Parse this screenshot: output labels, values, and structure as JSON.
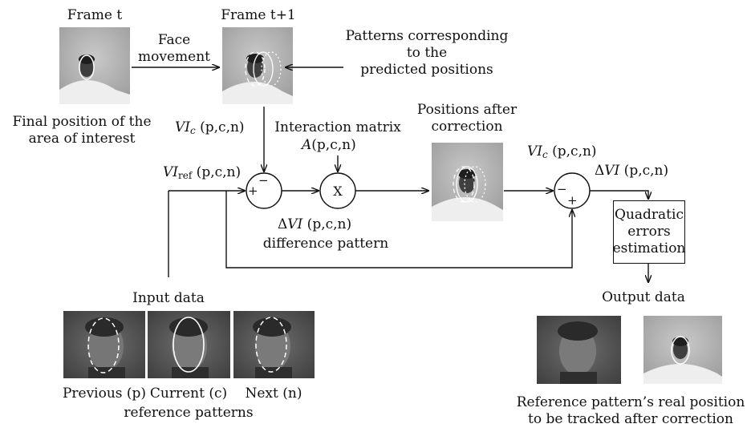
{
  "frame_t": "Frame t",
  "frame_t1": "Frame t+1",
  "face_movement": [
    "Face",
    "movement"
  ],
  "patterns_predicted": [
    "Patterns corresponding",
    "to the",
    "predicted positions"
  ],
  "final_position": [
    "Final position of the",
    "area of interest"
  ],
  "vic_top": {
    "v": "VI",
    "sub": "c",
    "args": " (p,c,n)"
  },
  "interaction_matrix": "Interaction matrix",
  "A_label": {
    "v": "A",
    "args": "(p,c,n)"
  },
  "positions_after": [
    "Positions after",
    "correction"
  ],
  "vic_right": {
    "v": "VI",
    "sub": "c",
    "args": " (p,c,n)"
  },
  "delta_vi_right": {
    "d": "Δ",
    "v": "VI",
    "args": " (p,c,n)"
  },
  "vi_ref": {
    "v": "VI",
    "sub": "ref",
    "args": " (p,c,n)"
  },
  "sum1_signs": {
    "plus": "+",
    "minus": "−"
  },
  "multiply_sign": "X",
  "sum2_signs": {
    "plus": "+",
    "minus": "−"
  },
  "delta_vi_diff": {
    "d": "Δ",
    "v": "VI",
    "args": " (p,c,n)"
  },
  "difference_pattern": "difference pattern",
  "quadratic_box": [
    "Quadratic",
    "errors",
    "estimation"
  ],
  "input_data": "Input data",
  "output_data": "Output data",
  "ref_labels": {
    "previous": "Previous (p)",
    "current": "Current (c)",
    "next": "Next (n)"
  },
  "reference_patterns": "reference patterns",
  "output_caption": [
    "Reference pattern’s real position",
    "to be tracked after correction"
  ]
}
